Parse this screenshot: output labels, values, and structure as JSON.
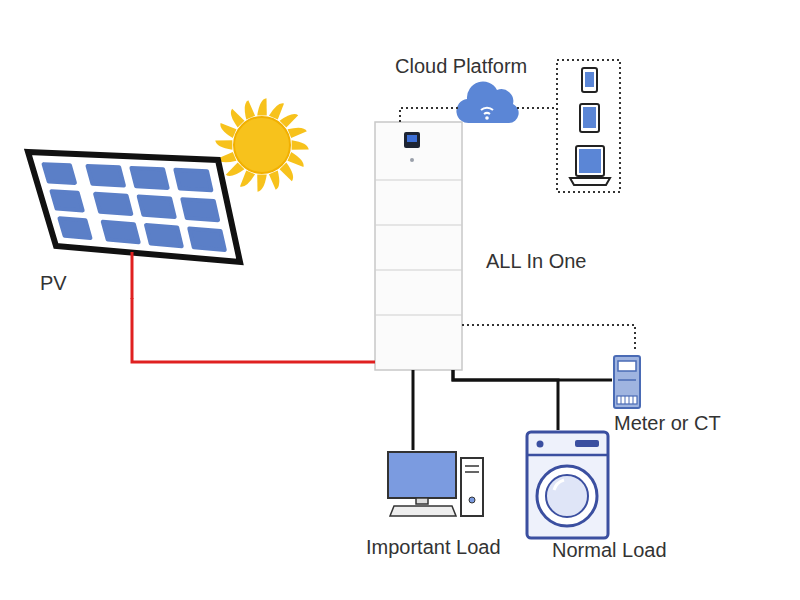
{
  "diagram": {
    "nodes": [
      {
        "text": [
          "PV"
        ]
      },
      {
        "text": [
          "Cloud Platform"
        ]
      },
      {
        "text": [
          "ALL In One"
        ]
      },
      {
        "text": [
          "Meter or CT"
        ]
      },
      {
        "text": [
          "Important Load"
        ]
      },
      {
        "text": [
          "Normal Load"
        ]
      }
    ],
    "edges": [
      {
        "from": 0,
        "to": 2,
        "arrow": "none"
      },
      {
        "from": 2,
        "to": 1,
        "arrow": "none"
      },
      {
        "from": 2,
        "to": 4,
        "arrow": "none"
      },
      {
        "from": 2,
        "to": 3,
        "arrow": "none"
      },
      {
        "from": 2,
        "to": 5,
        "arrow": "none"
      },
      {
        "from": 2,
        "to": 3,
        "arrow": "none"
      }
    ]
  }
}
